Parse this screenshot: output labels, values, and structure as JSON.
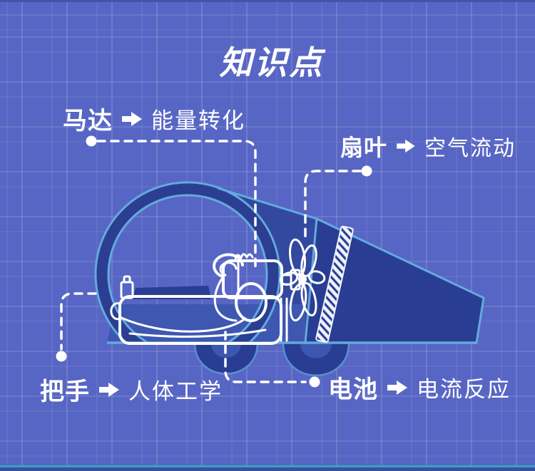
{
  "title": "知识点",
  "callouts": [
    {
      "part": "马达",
      "desc": "能量转化"
    },
    {
      "part": "扇叶",
      "desc": "空气流动"
    },
    {
      "part": "把手",
      "desc": "人体工学"
    },
    {
      "part": "电池",
      "desc": "电流反应"
    }
  ],
  "theme": {
    "bg": "#5766c4",
    "body_dark": "#293d93",
    "body_mid": "#33489f",
    "body_mid2": "#3e57b1",
    "ring": "#2b3e91",
    "outline_light": "#64aadd",
    "line_art": "#ffffff",
    "accent_teal": "#35a2c2",
    "wheel_inner": "#3d56af",
    "edge_top": "#4353a8",
    "edge_bottom": "#3a4f9f"
  }
}
